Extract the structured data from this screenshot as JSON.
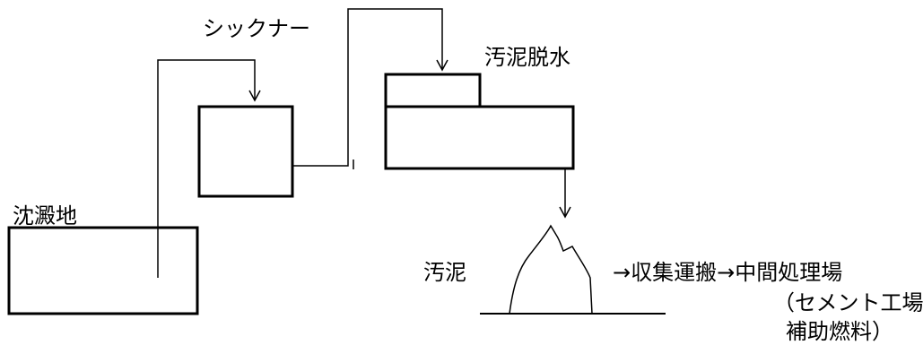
{
  "labels": {
    "thickener": "シックナー",
    "sludge_dewatering": "汚泥脱水",
    "settling_pond": "沈澱地",
    "sludge": "汚泥",
    "route": "→収集運搬→中間処理場",
    "note_line1": "（セメント工場",
    "note_line2": "補助燃料）"
  }
}
